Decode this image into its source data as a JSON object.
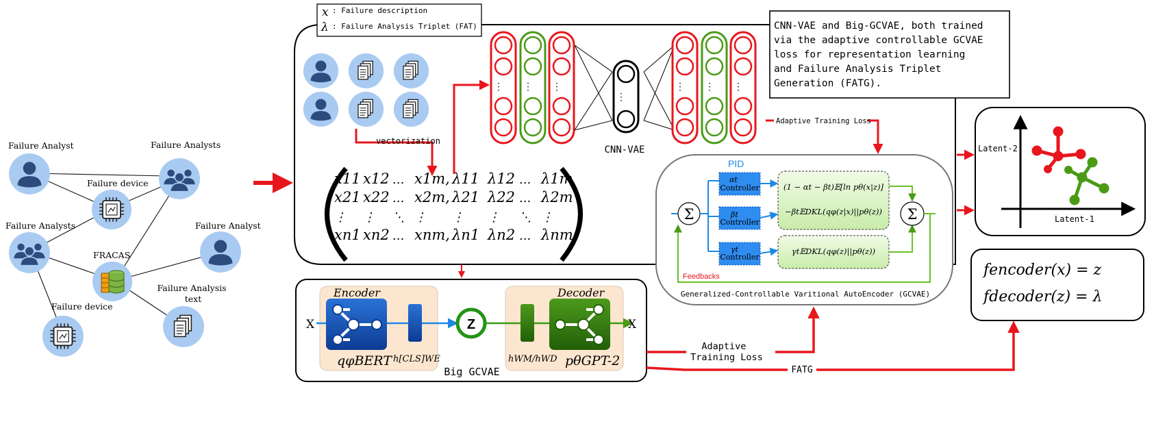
{
  "legend": {
    "x_symbol": "x",
    "x_text": ": Failure description",
    "lambda_symbol": "λ",
    "lambda_text": ": Failure Analysis Triplet (FAT)"
  },
  "network": {
    "nodes": {
      "analyst_top": "Failure Analyst",
      "analysts_top": "Failure Analysts",
      "device_top": "Failure device",
      "analysts_left": "Failure Analysts",
      "analyst_right": "Failure Analyst",
      "fracas": "FRACAS",
      "fa_text": "Failure Analysis text",
      "device_bottom": "Failure device"
    }
  },
  "top_panel": {
    "vectorization": "vectorization",
    "cnn_vae_label": "CNN-VAE",
    "adaptive_training_loss": "Adaptive Training Loss",
    "matrix": {
      "rows": [
        [
          "x11",
          "x12",
          "...",
          "x1m,",
          "λ11",
          "λ12",
          "...",
          "λ1m"
        ],
        [
          "x21",
          "x22",
          "...",
          "x2m,",
          "λ21",
          "λ22",
          "...",
          "λ2m"
        ],
        [
          "⋮",
          "⋮",
          "⋱",
          "⋮",
          "⋮",
          "⋮",
          "⋱",
          "⋮"
        ],
        [
          "xn1",
          "xn2",
          "...",
          "xnm,",
          "λn1",
          "λn2",
          "...",
          "λnm"
        ]
      ]
    }
  },
  "callout": {
    "text": [
      "CNN-VAE and Big-GCVAE, both trained",
      "via the adaptive controllable GCVAE",
      "loss for representation learning",
      "and Failure Analysis Triplet",
      "Generation (FATG)."
    ]
  },
  "gcvae": {
    "pid": "PID",
    "controllers": [
      {
        "symbol": "αt",
        "label": "Controller"
      },
      {
        "symbol": "βt",
        "label": "Controller"
      },
      {
        "symbol": "γt",
        "label": "Controller"
      }
    ],
    "eq1": "(1 − αt − βt)𝔼[ln pθ(x|z)]",
    "eq2": "−βt𝔼DKL(qφ(z|x)||pθ(z))",
    "eq3": "γt𝔼DKL(qφ(z)||pθ(z))",
    "sum": "Σ",
    "feedbacks": "Feedbacks",
    "caption": "Generalized-Controllable Varitional AutoEncoder (GCVAE)"
  },
  "big_gcvae": {
    "encoder": "Encoder",
    "decoder": "Decoder",
    "x_in": "X",
    "x_out": "X",
    "z": "Z",
    "q_label": "qφBERT",
    "h_cls": "h[CLS]WE",
    "h_wm": "hWM/hWD",
    "p_label": "pθGPT-2",
    "caption": "Big GCVAE",
    "adaptive_training_loss": [
      "Adaptive",
      "Training Loss"
    ],
    "fatg": "FATG"
  },
  "latent_plot": {
    "ylabel": "Latent-2",
    "xlabel": "Latent-1",
    "colors": {
      "red": "#e8161c",
      "green": "#4a9a16"
    }
  },
  "functions": {
    "f_encoder": "fencoder(x) = z",
    "f_decoder": "fdecoder(z) = λ"
  },
  "colors": {
    "red": "#e8161c",
    "green": "#4a9a16",
    "blue": "#1e88e5",
    "person_bg": "#a9cbf2",
    "person_fg": "#2b4c7c"
  }
}
